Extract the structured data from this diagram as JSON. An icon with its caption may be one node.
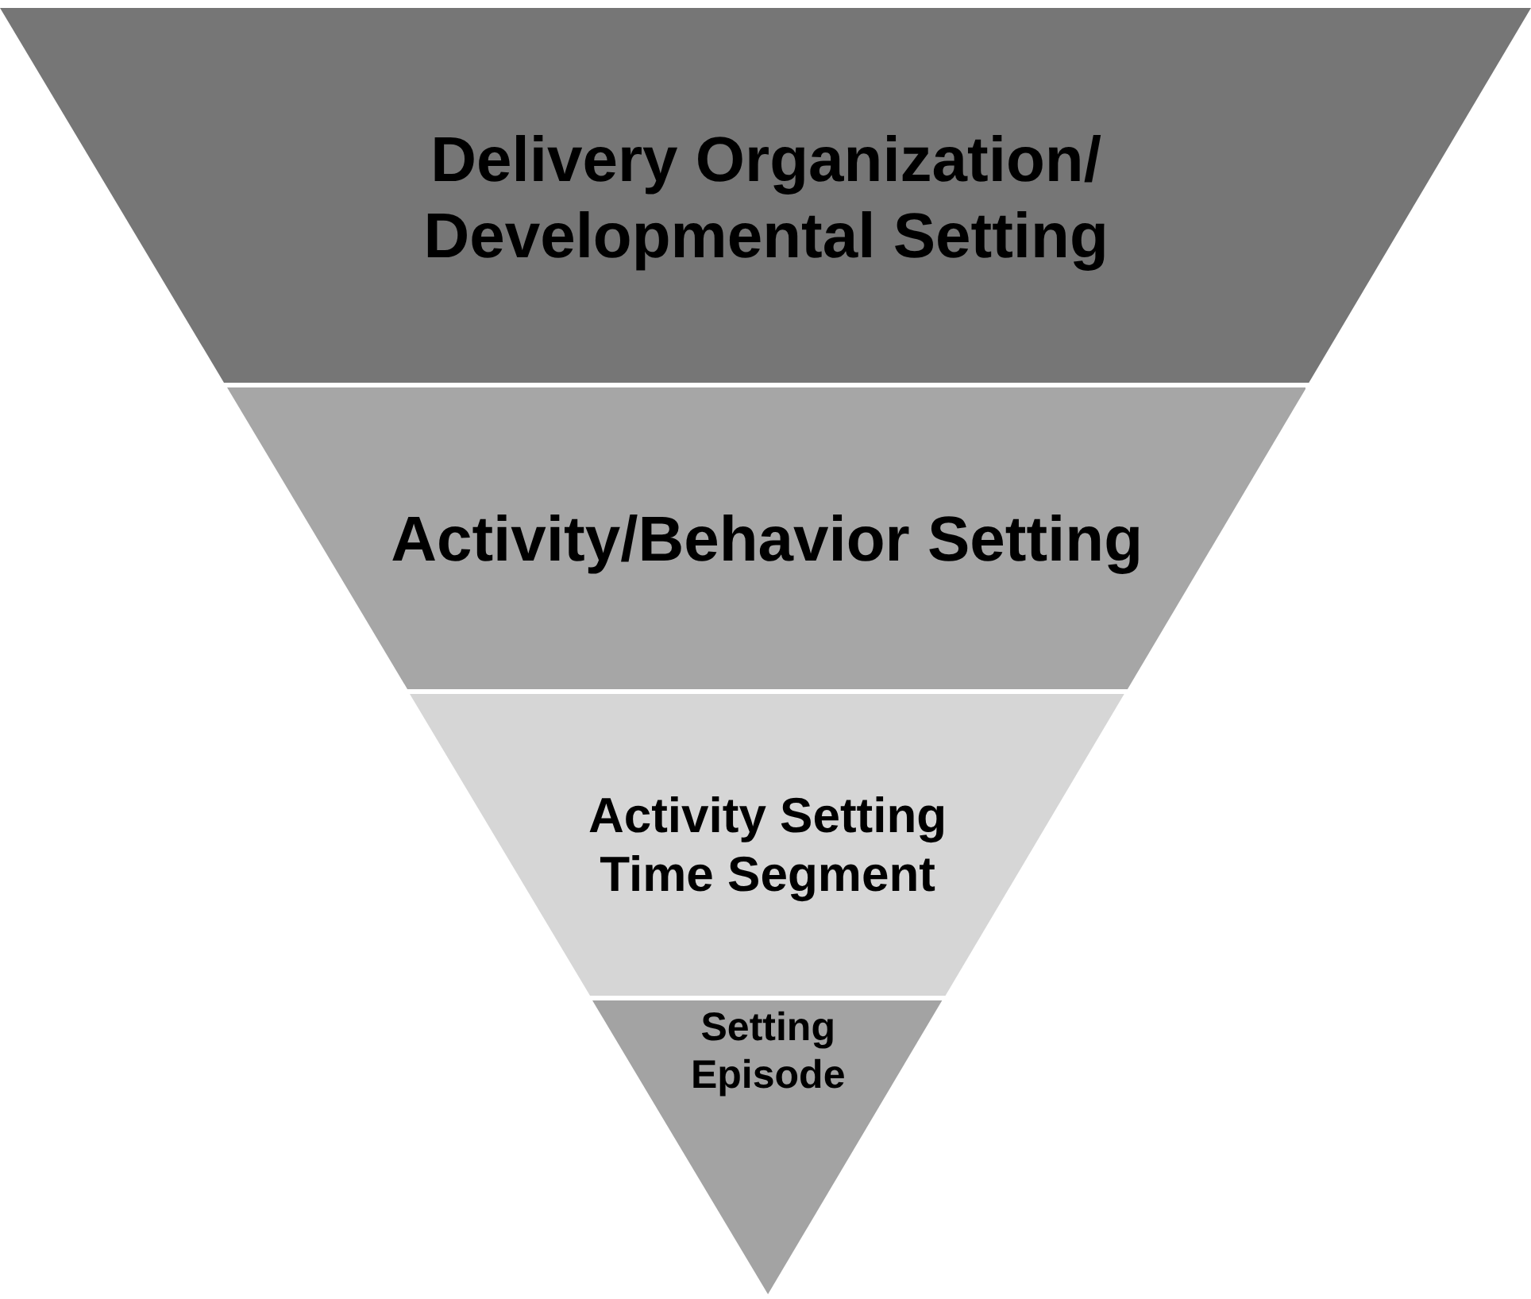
{
  "diagram": {
    "nodes": [
      {
        "text": [
          "Delivery Organization/ Developmental Setting"
        ]
      },
      {
        "text": [
          "Activity/Behavior Setting"
        ]
      },
      {
        "text": [
          "Activity Setting Time Segment"
        ]
      },
      {
        "text": [
          "Setting Episode"
        ]
      }
    ]
  }
}
